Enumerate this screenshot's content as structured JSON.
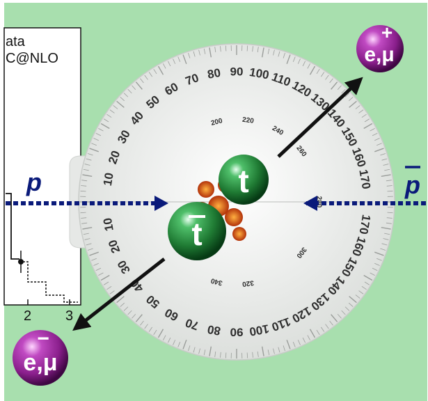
{
  "colors": {
    "background": "#a8dfae",
    "protractor": "#e6e8e6",
    "top_quark": "#1f7a33",
    "lepton": "#8a1f8c",
    "proton_arrow": "#0a1a7a",
    "decay_arrow": "#111111"
  },
  "inset_plot": {
    "legend": [
      "ata",
      "C@NLO"
    ],
    "x_tick_labels": [
      "2",
      "3"
    ]
  },
  "protractor": {
    "outer_scale_upper": [
      "10",
      "20",
      "30",
      "40",
      "50",
      "60",
      "70",
      "80",
      "90",
      "100",
      "110",
      "120",
      "130",
      "140",
      "150",
      "160",
      "170"
    ],
    "outer_scale_lower": [
      "10",
      "20",
      "30",
      "40",
      "50",
      "60",
      "70",
      "80",
      "90",
      "100",
      "110",
      "120",
      "130",
      "140",
      "150",
      "160",
      "170"
    ],
    "inner_scale": [
      "200",
      "220",
      "240",
      "260",
      "280",
      "300",
      "320",
      "340"
    ]
  },
  "particles": {
    "top": "t",
    "antitop": "t",
    "lepton_plus_symbol": "e,μ",
    "lepton_plus_sign": "+",
    "lepton_minus_symbol": "e,μ",
    "lepton_minus_sign": "−",
    "proton": "p",
    "antiproton": "p"
  }
}
